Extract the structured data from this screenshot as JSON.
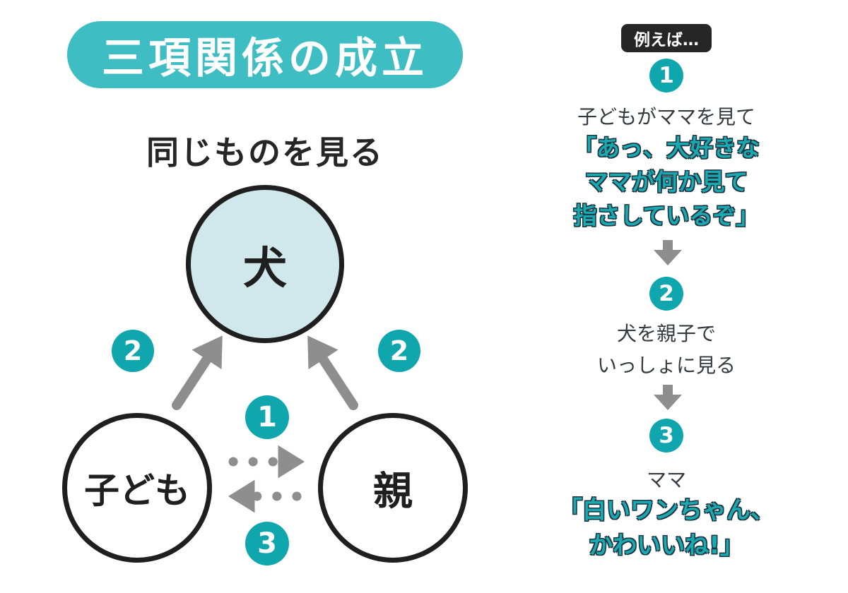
{
  "title": "三項関係の成立",
  "subtitle": "同じものを見る",
  "diagram": {
    "top_circle_label": "犬",
    "left_circle_label": "子ども",
    "right_circle_label": "親",
    "left_gaze_badge": "2",
    "right_gaze_badge": "2",
    "forward_arrow_badge": "1",
    "back_arrow_badge": "3"
  },
  "example": {
    "header": "例えば…",
    "steps": [
      {
        "number": "1",
        "lines": [
          "子どもがママを見て"
        ],
        "quote_lines": [
          "「あっ、大好きな",
          "ママが何か見て",
          "指さしているぞ」"
        ]
      },
      {
        "number": "2",
        "lines": [
          "犬を親子で",
          "いっしょに見る"
        ],
        "quote_lines": []
      },
      {
        "number": "3",
        "lines": [
          "ママ"
        ],
        "quote_lines": [
          "「白いワンちゃん、",
          "かわいいね!」"
        ]
      }
    ]
  },
  "colors": {
    "title_badge": "#3ebdc3",
    "number_badge": "#0fa7ad",
    "quote_text": "#1ba9b1",
    "quote_outline": "#1d3642",
    "top_circle_fill": "#d0e8eb",
    "arrow_gray": "#8e8e8e",
    "ink": "#1f1f1f",
    "header_badge": "#262626",
    "background": "#ffffff"
  }
}
